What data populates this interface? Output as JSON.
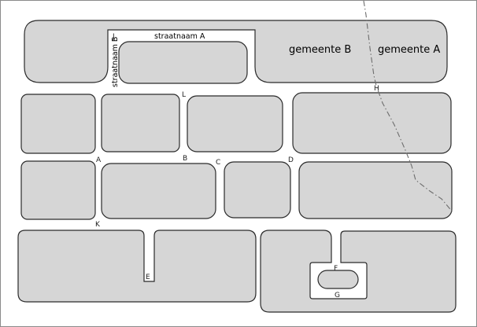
{
  "map": {
    "street_labels": {
      "street_a": "straatnaam A",
      "street_b": "straatnaam B"
    },
    "municipality_labels": {
      "municipality_b": "gemeente B",
      "municipality_a": "gemeente A"
    },
    "point_labels": {
      "a": "A",
      "b": "B",
      "c": "C",
      "d": "D",
      "e": "E",
      "f": "F",
      "g": "G",
      "h": "H",
      "j": "J",
      "k": "K",
      "l": "L"
    },
    "colors": {
      "block_fill": "#d6d6d6",
      "block_stroke": "#2b2b2b",
      "boundary": "#6d6d6d"
    }
  }
}
